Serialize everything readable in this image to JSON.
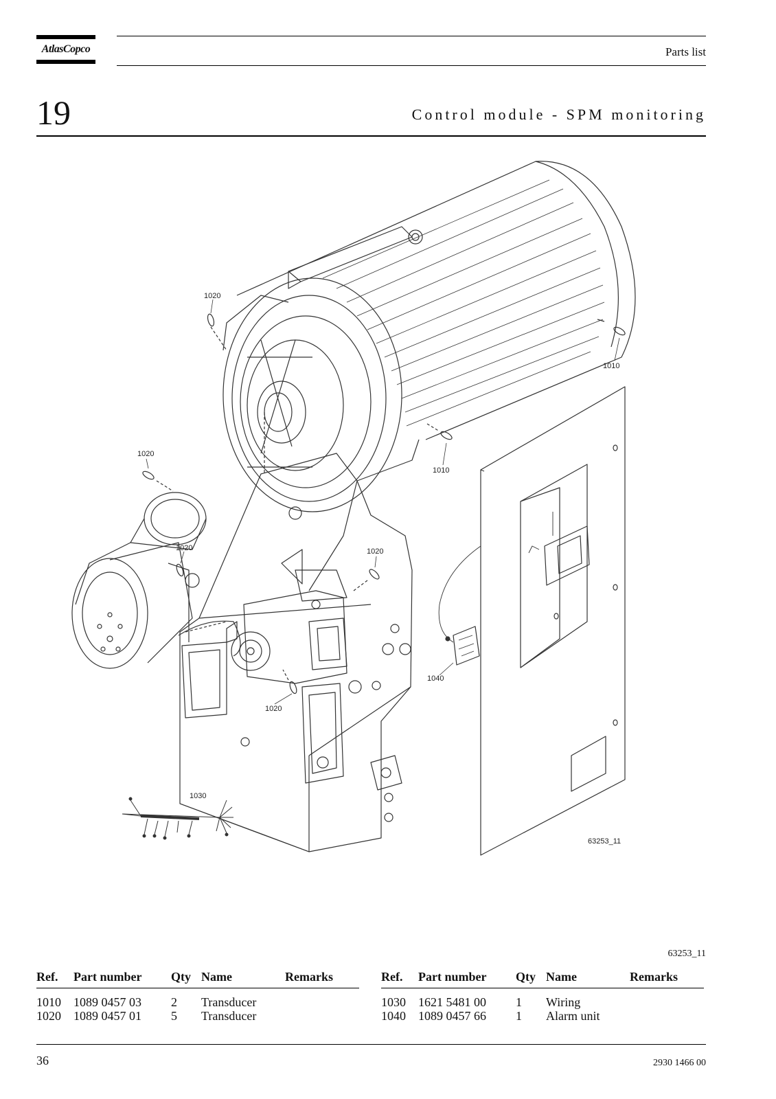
{
  "header": {
    "brand": "AtlasCopco",
    "label": "Parts list"
  },
  "chapter": {
    "number": "19",
    "title": "Control module - SPM monitoring"
  },
  "drawing": {
    "callouts": {
      "c1020a": "1020",
      "c1010a": "1010",
      "c1010b": "1010",
      "c1020b": "1020",
      "c1020c": "1020",
      "c1020d": "1020",
      "c1020e": "1020",
      "c1040": "1040",
      "c1030": "1030"
    },
    "drawing_id": "63253_11"
  },
  "parts": {
    "figure_code": "63253_11",
    "columns": [
      "Ref.",
      "Part number",
      "Qty",
      "Name",
      "Remarks"
    ],
    "left": [
      {
        "ref": "1010",
        "part_number": "1089 0457 03",
        "qty": "2",
        "name": "Transducer",
        "remarks": ""
      },
      {
        "ref": "1020",
        "part_number": "1089 0457 01",
        "qty": "5",
        "name": "Transducer",
        "remarks": ""
      }
    ],
    "right": [
      {
        "ref": "1030",
        "part_number": "1621 5481 00",
        "qty": "1",
        "name": "Wiring",
        "remarks": ""
      },
      {
        "ref": "1040",
        "part_number": "1089 0457 66",
        "qty": "1",
        "name": "Alarm unit",
        "remarks": ""
      }
    ]
  },
  "footer": {
    "page_number": "36",
    "document_number": "2930 1466 00"
  }
}
